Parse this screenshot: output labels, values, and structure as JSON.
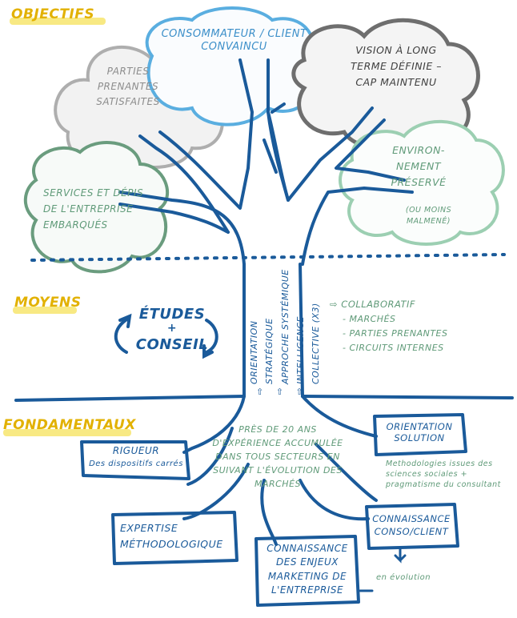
{
  "sections": {
    "objectifs": "OBJECTIFS",
    "moyens": "MOYENS",
    "fondamentaux": "FONDAMENTAUX"
  },
  "objectives": {
    "consommateur": "CONSOMMATEUR / CLIENT CONVAINCU",
    "parties": "PARTIES PRENANTES SATISFAITES",
    "vision": "VISION À LONG TERME DÉFINIE – CAP MAINTENU",
    "services": "SERVICES ET DÉPIS DE L'ENTREPRISE EMBARQUÉS",
    "environnement": "ENVIRON-NEMENT PRÉSERVÉ",
    "environnement_note": "(OU MOINS MALMENÉ)"
  },
  "means": {
    "etudes": "ÉTUDES",
    "plus": "+",
    "conseil": "CONSEIL",
    "trunk_lines": [
      "ORIENTATION STRATÉGIQUE",
      "APPROCHE SYSTÉMIQUE",
      "INTELLIGENCE COLLECTIVE (X3)"
    ],
    "trunk_arrows": "⇧ ⇧ ⇧",
    "collab_title": "⇨ COLLABORATIF",
    "collab_items": [
      "- MARCHÉS",
      "- PARTIES PRENANTES",
      "- CIRCUITS INTERNES"
    ]
  },
  "fundamentals": {
    "experience": "PRÈS DE 20 ANS D'EXPÉRIENCE ACCUMULÉE DANS TOUS SECTEURS EN SUIVANT L'ÉVOLUTION DES MARCHÉS",
    "rigueur_title": "RIGUEUR",
    "rigueur_sub": "Des dispositifs carrés",
    "orientation": "ORIENTATION SOLUTION",
    "orientation_note": "Methodologies issues des sciences sociales + pragmatisme du consultant",
    "expertise": "EXPERTISE MÉTHODOLOGIQUE",
    "connaissance_marketing": "CONNAISSANCE DES ENJEUX MARKETING DE L'ENTREPRISE",
    "connaissance_conso": "CONNAISSANCE CONSO/CLIENT",
    "evolution": "en évolution"
  }
}
